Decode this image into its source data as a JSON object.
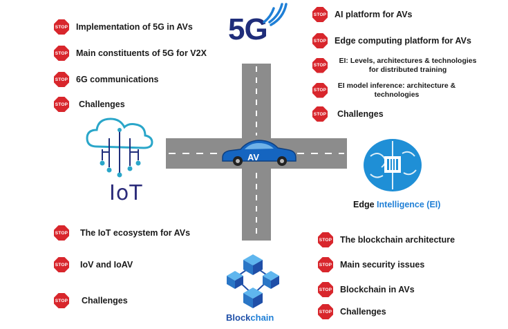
{
  "stop_sign_text": "STOP",
  "center": {
    "car_label": "AV"
  },
  "fiveg": {
    "logo_text": "5G",
    "items": [
      "Implementation of 5G in AVs",
      "Main constituents of 5G for V2X",
      "6G communications",
      "Challenges"
    ]
  },
  "ai": {
    "items": [
      "AI platform for AVs",
      "Edge computing platform for AVs",
      "EI: Levels, architectures & technologies for distributed training",
      "EI model inference: architecture & technologies",
      "Challenges"
    ]
  },
  "iot": {
    "logo_text": "IoT",
    "items": [
      "The IoT ecosystem for AVs",
      "IoV and IoAV",
      "Challenges"
    ]
  },
  "ei": {
    "title_part1": "Edge ",
    "title_part2": "Intelligence (EI)"
  },
  "blockchain": {
    "title_part1": "Block",
    "title_part2": "chain",
    "items": [
      "The blockchain architecture",
      "Main security issues",
      "Blockchain in AVs",
      "Challenges"
    ]
  },
  "colors": {
    "stop_red": "#d8262c",
    "road_gray": "#8c8c8c",
    "car_blue": "#1565c0",
    "logo_navy": "#1f2d7a",
    "accent_blue": "#1f7fd6"
  }
}
